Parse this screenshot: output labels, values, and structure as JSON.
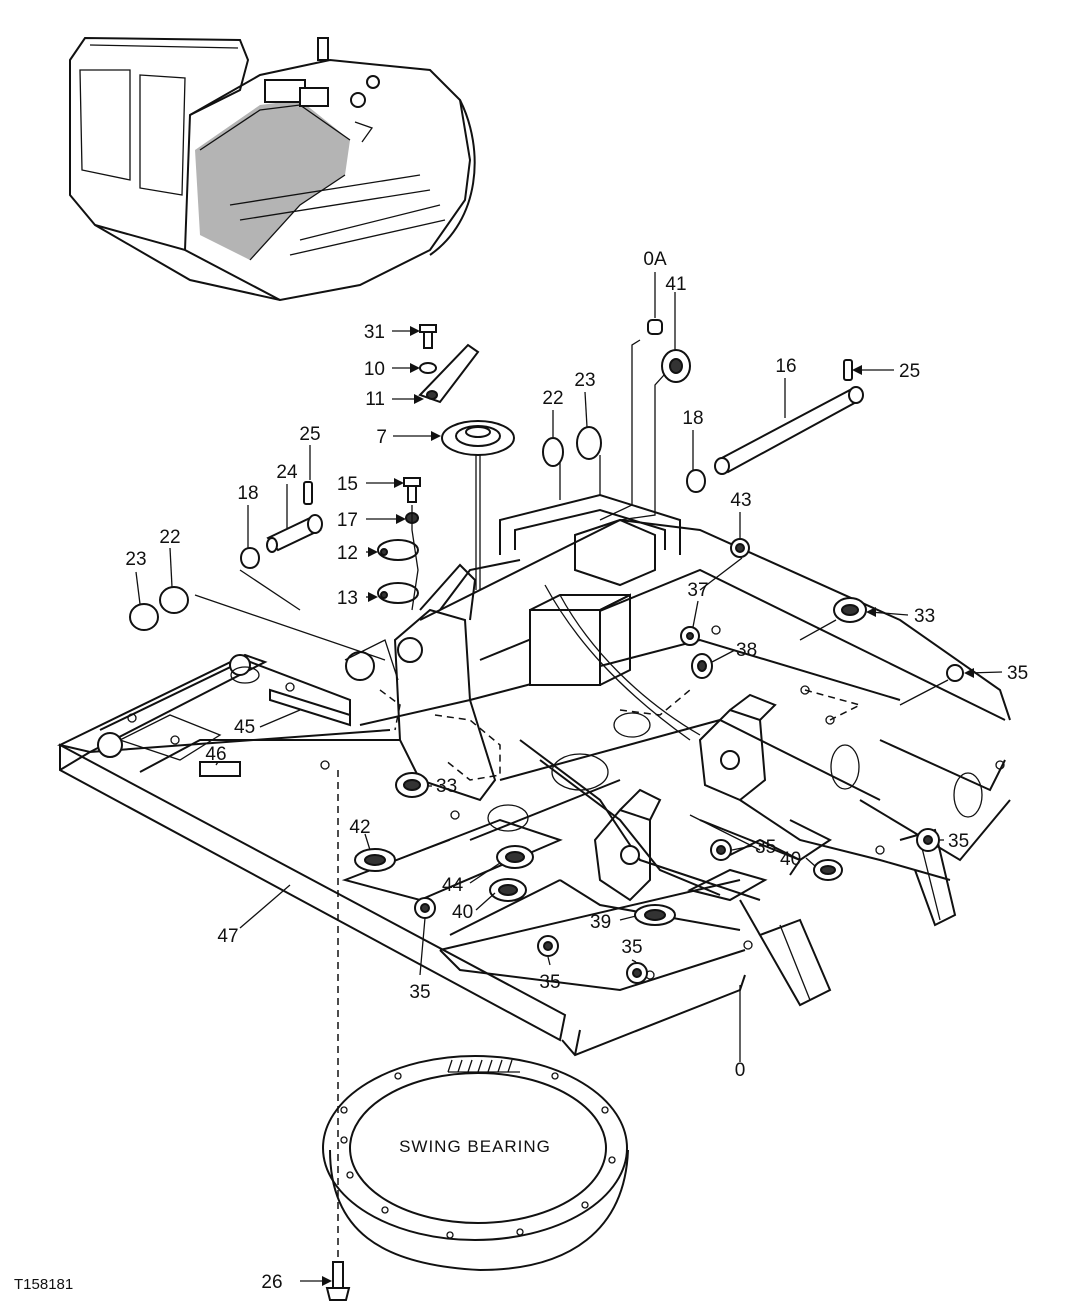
{
  "diagram": {
    "figure_id": "T158181",
    "swing_bearing_label": "SWING BEARING",
    "callouts": [
      {
        "id": "c-31",
        "text": "31"
      },
      {
        "id": "c-10",
        "text": "10"
      },
      {
        "id": "c-11",
        "text": "11"
      },
      {
        "id": "c-7",
        "text": "7"
      },
      {
        "id": "c-0a",
        "text": "0A"
      },
      {
        "id": "c-41",
        "text": "41"
      },
      {
        "id": "c-16",
        "text": "16"
      },
      {
        "id": "c-25a",
        "text": "25"
      },
      {
        "id": "c-22a",
        "text": "22"
      },
      {
        "id": "c-23a",
        "text": "23"
      },
      {
        "id": "c-18a",
        "text": "18"
      },
      {
        "id": "c-25b",
        "text": "25"
      },
      {
        "id": "c-24",
        "text": "24"
      },
      {
        "id": "c-18b",
        "text": "18"
      },
      {
        "id": "c-15",
        "text": "15"
      },
      {
        "id": "c-17",
        "text": "17"
      },
      {
        "id": "c-12",
        "text": "12"
      },
      {
        "id": "c-13",
        "text": "13"
      },
      {
        "id": "c-23b",
        "text": "23"
      },
      {
        "id": "c-22b",
        "text": "22"
      },
      {
        "id": "c-43",
        "text": "43"
      },
      {
        "id": "c-37",
        "text": "37"
      },
      {
        "id": "c-38",
        "text": "38"
      },
      {
        "id": "c-33a",
        "text": "33"
      },
      {
        "id": "c-35a",
        "text": "35"
      },
      {
        "id": "c-45",
        "text": "45"
      },
      {
        "id": "c-46",
        "text": "46"
      },
      {
        "id": "c-33b",
        "text": "33"
      },
      {
        "id": "c-42",
        "text": "42"
      },
      {
        "id": "c-35b",
        "text": "35"
      },
      {
        "id": "c-40a",
        "text": "40"
      },
      {
        "id": "c-35c",
        "text": "35"
      },
      {
        "id": "c-44",
        "text": "44"
      },
      {
        "id": "c-40b",
        "text": "40"
      },
      {
        "id": "c-39",
        "text": "39"
      },
      {
        "id": "c-47",
        "text": "47"
      },
      {
        "id": "c-35d",
        "text": "35"
      },
      {
        "id": "c-35e",
        "text": "35"
      },
      {
        "id": "c-35f",
        "text": "35"
      },
      {
        "id": "c-0",
        "text": "0"
      },
      {
        "id": "c-26",
        "text": "26"
      }
    ]
  }
}
